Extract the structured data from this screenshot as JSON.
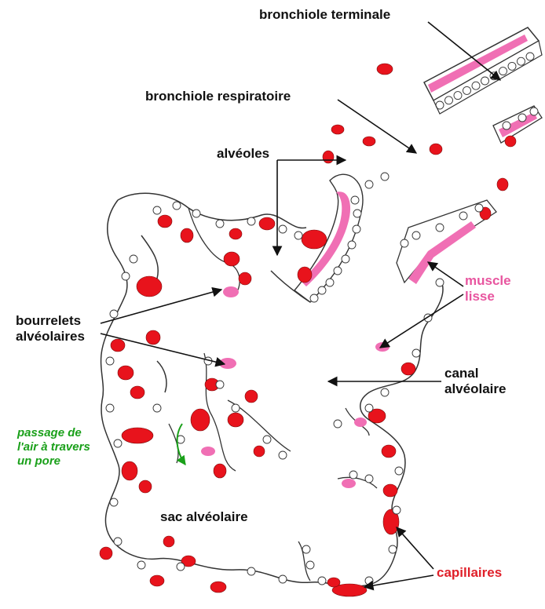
{
  "colors": {
    "outline": "#333333",
    "capillary": "#e8131c",
    "muscle": "#f06fb4",
    "muscle_dots": "#ffffff",
    "arrow": "#111111",
    "label_dark": "#111111",
    "label_pink": "#e8559f",
    "label_green": "#1aa01a",
    "label_red": "#e0202a"
  },
  "labels": {
    "bronchiole_terminale": "bronchiole terminale",
    "bronchiole_respiratoire": "bronchiole respiratoire",
    "alveoles": "alvéoles",
    "bourrelets": [
      "bourrelets",
      "alvéolaires"
    ],
    "muscle_lisse": [
      "muscle",
      "lisse"
    ],
    "canal_alveolaire": [
      "canal",
      "alvéolaire"
    ],
    "passage_air": [
      "passage de",
      "l'air à travers",
      "un pore"
    ],
    "sac_alveolaire": "sac alvéolaire",
    "capillaires": "capillaires"
  }
}
